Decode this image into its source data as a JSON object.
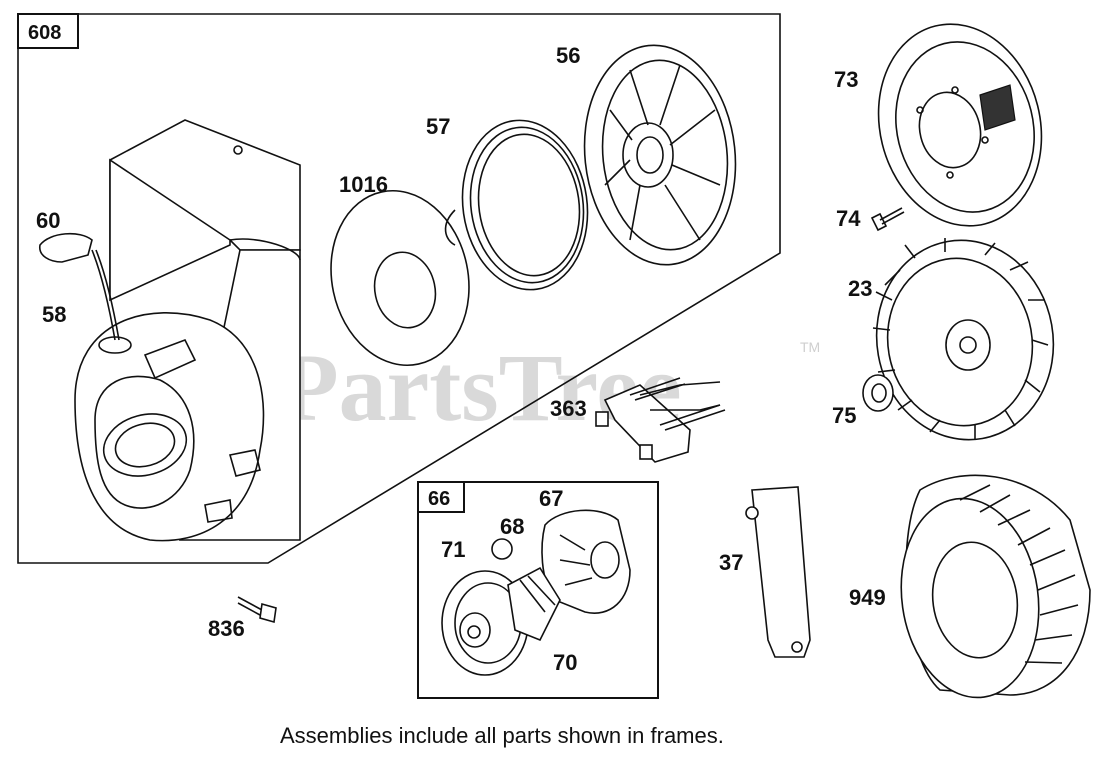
{
  "watermark": {
    "text": "PartsTree",
    "trademark": "TM"
  },
  "frames": [
    {
      "id": "608"
    },
    {
      "id": "66"
    }
  ],
  "callouts": {
    "p608": "608",
    "p56": "56",
    "p57": "57",
    "p1016": "1016",
    "p60": "60",
    "p58": "58",
    "p73": "73",
    "p74": "74",
    "p23": "23",
    "p75": "75",
    "p363": "363",
    "p66": "66",
    "p67": "67",
    "p68": "68",
    "p71": "71",
    "p70": "70",
    "p37": "37",
    "p949": "949",
    "p836": "836"
  },
  "caption": "Assemblies include all parts shown in frames."
}
